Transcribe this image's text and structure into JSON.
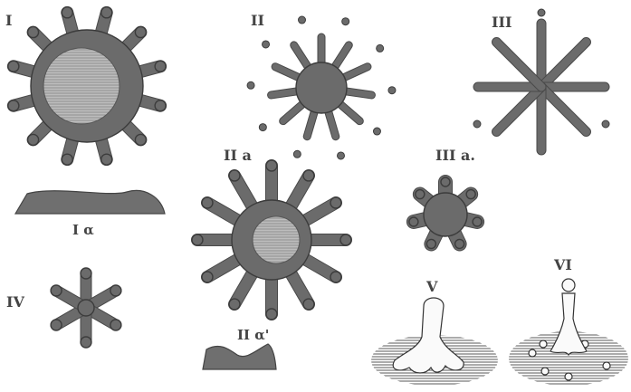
{
  "figure": {
    "labels": {
      "I": "I",
      "I_alpha": "I α",
      "II": "II",
      "II_a": "II a",
      "II_alpha": "II α'",
      "III": "III",
      "III_a": "III a.",
      "IV": "IV",
      "V": "V",
      "VI": "VI"
    }
  }
}
